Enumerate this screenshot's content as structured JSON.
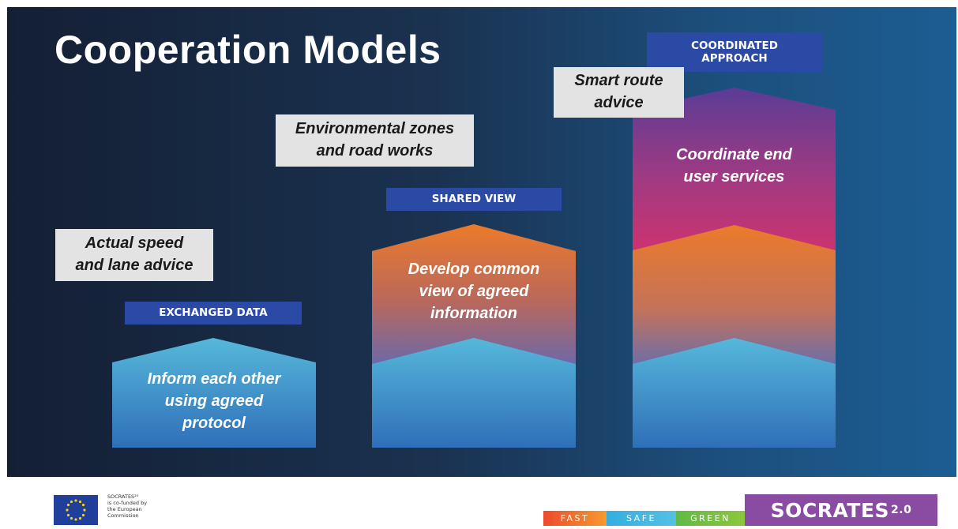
{
  "slide": {
    "title": "Cooperation Models",
    "colors": {
      "background_left": "#141f34",
      "background_right": "#1c5d92",
      "tier_label": "#2b4aa6",
      "callout": "#e3e3e3",
      "blue_top": "#56b8da",
      "blue_bottom": "#2f6fb8",
      "orange": "#ec7a2a",
      "magenta": "#c83a76",
      "purple": "#5a3c96"
    },
    "columns": [
      {
        "tier_label": "EXCHANGED DATA",
        "callout": "Actual speed\nand lane advice",
        "description": "Inform each other\nusing agreed\nprotocol"
      },
      {
        "tier_label": "SHARED VIEW",
        "callout": "Environmental zones\nand road works",
        "description": "Develop common\nview of agreed\ninformation"
      },
      {
        "tier_label": "COORDINATED\nAPPROACH",
        "callout": "Smart route\nadvice",
        "description": "Coordinate end\nuser services"
      }
    ]
  },
  "footer": {
    "eu_text": "SOCRATES²⁰\nis co-funded by\nthe European\nCommission",
    "tags": [
      "FAST",
      "SAFE",
      "GREEN"
    ],
    "brand_name": "SOCRATES",
    "brand_version": "2.0"
  }
}
